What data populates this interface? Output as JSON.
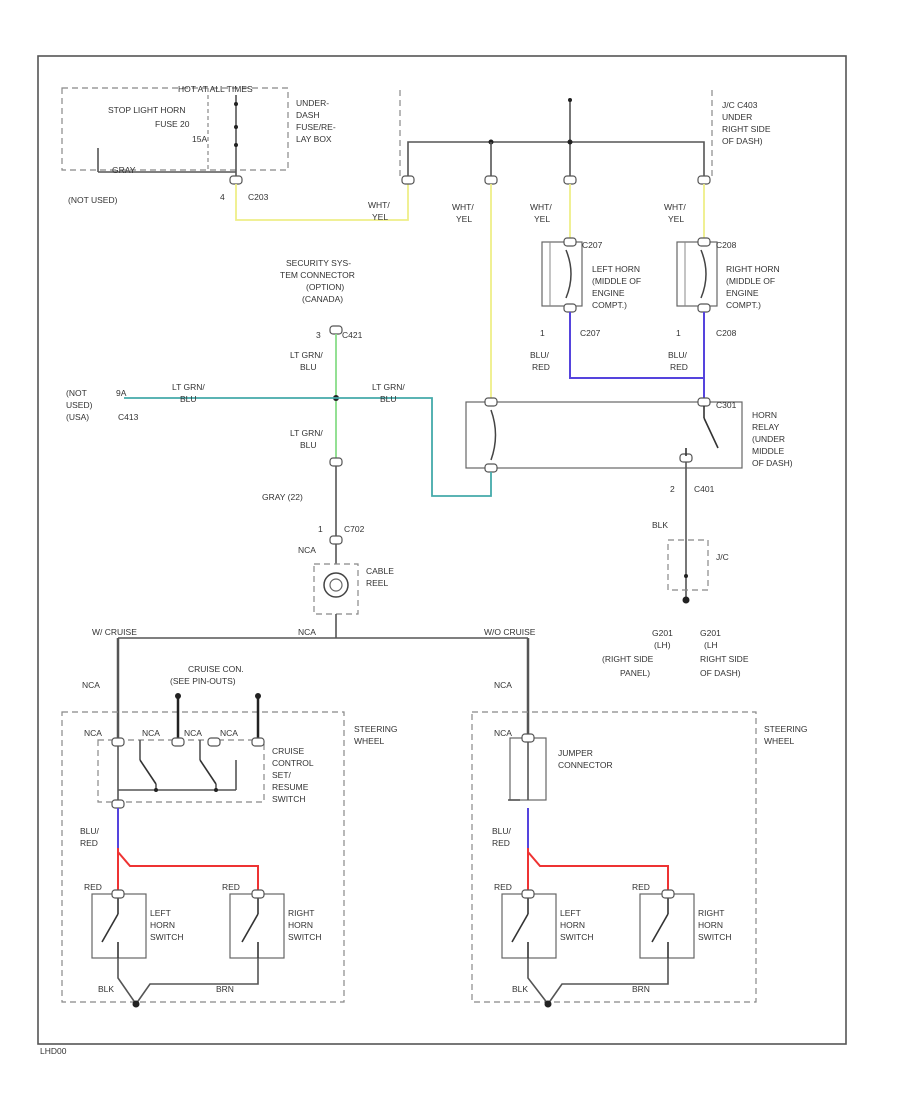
{
  "labels": {
    "hot_at_all_times": "HOT AT ALL TIMES",
    "stop_light_horn_fuse": "STOP LIGHT HORN",
    "fuse_20": "FUSE 20",
    "fuse_15a": "15A",
    "under_dash_fuse_1": "UNDER-",
    "under_dash_fuse_2": "DASH",
    "under_dash_fuse_3": "FUSE/RE-",
    "under_dash_fuse_4": "LAY BOX",
    "gray_left": "GRAY",
    "not_used_top": "(NOT USED)",
    "pin4": "4",
    "c_top": "C203",
    "wht_yel_1a": "WHT/",
    "wht_yel_1b": "YEL",
    "wht_yel_2a": "WHT/",
    "wht_yel_2b": "YEL",
    "wht_yel_3a": "WHT/",
    "wht_yel_3b": "YEL",
    "wht_yel_4a": "WHT/",
    "wht_yel_4b": "YEL",
    "jc_1": "J/C C403",
    "jc_2": "UNDER",
    "jc_3": "RIGHT SIDE",
    "jc_4": "OF DASH)",
    "c207": "C207",
    "c208": "C208",
    "lh_1": "LEFT HORN",
    "lh_2": "(MIDDLE OF",
    "lh_3": "ENGINE",
    "lh_4": "COMPT.)",
    "rh_1": "RIGHT HORN",
    "rh_2": "(MIDDLE OF",
    "rh_3": "ENGINE",
    "rh_4": "COMPT.)",
    "pin1_a": "1",
    "c207_b": "C207",
    "pin1_b": "1",
    "c208_b": "C208",
    "blu_red_1a": "BLU/",
    "blu_red_1b": "RED",
    "blu_red_2a": "BLU/",
    "blu_red_2b": "RED",
    "sec_1": "SECURITY SYS-",
    "sec_2": "TEM CONNECTOR",
    "sec_3": "(OPTION)",
    "sec_4": "(CANADA)",
    "pin3": "3",
    "c421": "C421",
    "ltgrn_blu_1a": "LT GRN/",
    "ltgrn_blu_1b": "BLU",
    "not_used_left_1": "(NOT",
    "not_used_left_2": "USED)",
    "not_used_left_3": "(USA)",
    "pin_left": "9A",
    "c413": "C413",
    "ltgrn_blu_2a": "LT GRN/",
    "ltgrn_blu_2b": "BLU",
    "ltgrn_blu_3a": "LT GRN/",
    "ltgrn_blu_3b": "BLU",
    "ltgrn_blu_4a": "LT GRN/",
    "ltgrn_blu_4b": "BLU",
    "relay_conn": "C301",
    "relay_1": "HORN",
    "relay_2": "RELAY",
    "relay_3": "(UNDER",
    "relay_4": "MIDDLE",
    "relay_5": "OF DASH)",
    "gray_22": "GRAY (22)",
    "pin2": "2",
    "c401": "C401",
    "blk_right": "BLK",
    "jc_small": "J/C",
    "pin1_c": "1",
    "c702": "C702",
    "nc_a": "NCA",
    "cable_1": "CABLE",
    "cable_2": "REEL",
    "nca_center": "NCA",
    "w_cruise": "W/ CRUISE",
    "wo_cruise": "W/O CRUISE",
    "nca_l": "NCA",
    "nca_r": "NCA",
    "cruise_con_1": "CRUISE CON.",
    "cruise_con_2": "(SEE PIN-OUTS)",
    "nca_sw1": "NCA",
    "nca_sw2": "NCA",
    "nca_sw3": "NCA",
    "nca_sw4": "NCA",
    "cruise_sw_1": "CRUISE",
    "cruise_sw_2": "CONTROL",
    "cruise_sw_3": "SET/",
    "cruise_sw_4": "RESUME",
    "cruise_sw_5": "SWITCH",
    "steer_l_1": "STEERING",
    "steer_l_2": "WHEEL",
    "nca_jump": "NCA",
    "jump_1": "JUMPER",
    "jump_2": "CONNECTOR",
    "steer_r_1": "STEERING",
    "steer_r_2": "WHEEL",
    "g_1": "G201",
    "g_2": "G201",
    "g_3": "(RIGHT SIDE",
    "g_4": "PANEL)",
    "g_5": "(LH)",
    "g_6": "(LH",
    "g_7": "RIGHT SIDE",
    "g_8": "OF DASH)",
    "blu_red_l_a": "BLU/",
    "blu_red_l_b": "RED",
    "blu_red_r_a": "BLU/",
    "blu_red_r_b": "RED",
    "red_1": "RED",
    "red_2": "RED",
    "red_3": "RED",
    "red_4": "RED",
    "lhs_1": "LEFT",
    "lhs_2": "HORN",
    "lhs_3": "SWITCH",
    "rhs_1": "RIGHT",
    "rhs_2": "HORN",
    "rhs_3": "SWITCH",
    "lhs2_1": "LEFT",
    "lhs2_2": "HORN",
    "lhs2_3": "SWITCH",
    "rhs2_1": "RIGHT",
    "rhs2_2": "HORN",
    "rhs2_3": "SWITCH",
    "blk_l": "BLK",
    "blk_r": "BLK",
    "brn_l": "BRN",
    "brn_r": "BRN",
    "footer": "LHD00"
  },
  "colors": {
    "frame": "#555555",
    "wire_default": "#555555",
    "wire_yellow": "#eeee88",
    "wire_green": "#88dd88",
    "wire_teal": "#44aaaa",
    "wire_purple": "#5544dd",
    "wire_red": "#ee3333",
    "dashed_box": "#888888"
  }
}
